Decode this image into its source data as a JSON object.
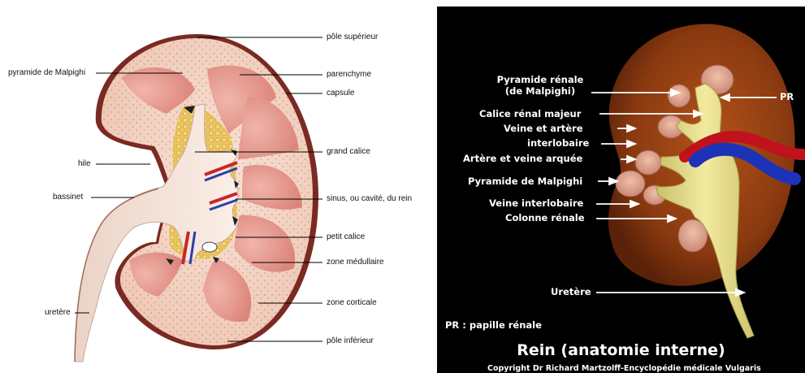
{
  "left_diagram": {
    "labels": {
      "pole_superieur": "pôle supérieur",
      "pyramide_malpighi": "pyramide de Malpighi",
      "parenchyme": "parenchyme",
      "capsule": "capsule",
      "grand_calice": "grand calice",
      "hile": "hile",
      "bassinet": "bassinet",
      "sinus": "sinus, ou cavité, du rein",
      "petit_calice": "petit calice",
      "zone_medullaire": "zone médullaire",
      "zone_corticale": "zone corticale",
      "uretere": "uretère",
      "pole_inferieur": "pôle inférieur"
    }
  },
  "right_diagram": {
    "labels": {
      "pyramide_renale": "Pyramide rénale",
      "de_malpighi": "(de Malpighi)",
      "pr": "PR",
      "calice_majeur": "Calice rénal majeur",
      "veine_artere": "Veine et artère",
      "interlobaire": "interlobaire",
      "artere_veine_arquee": "Artère et veine arquée",
      "pyramide_malpighi": "Pyramide de Malpighi",
      "veine_interlobaire": "Veine interlobaire",
      "colonne_renale": "Colonne rénale",
      "uretere": "Uretère",
      "legend_pr": "PR : papille rénale"
    },
    "title": "Rein (anatomie interne)",
    "copyright": "Copyright Dr Richard Martzolff-Encyclopédie médicale Vulgaris"
  },
  "colors": {
    "capsule": "#7a2a22",
    "cortex": "#f3d0c0",
    "pyramid": "#e59a90",
    "pelvis": "#f2ddd0",
    "fat": "#e8c35a",
    "organ_dark": "#8a3a10",
    "yellow_pelvis": "#e8df8a",
    "artery": "#c0121c",
    "vein": "#1c33b8"
  }
}
